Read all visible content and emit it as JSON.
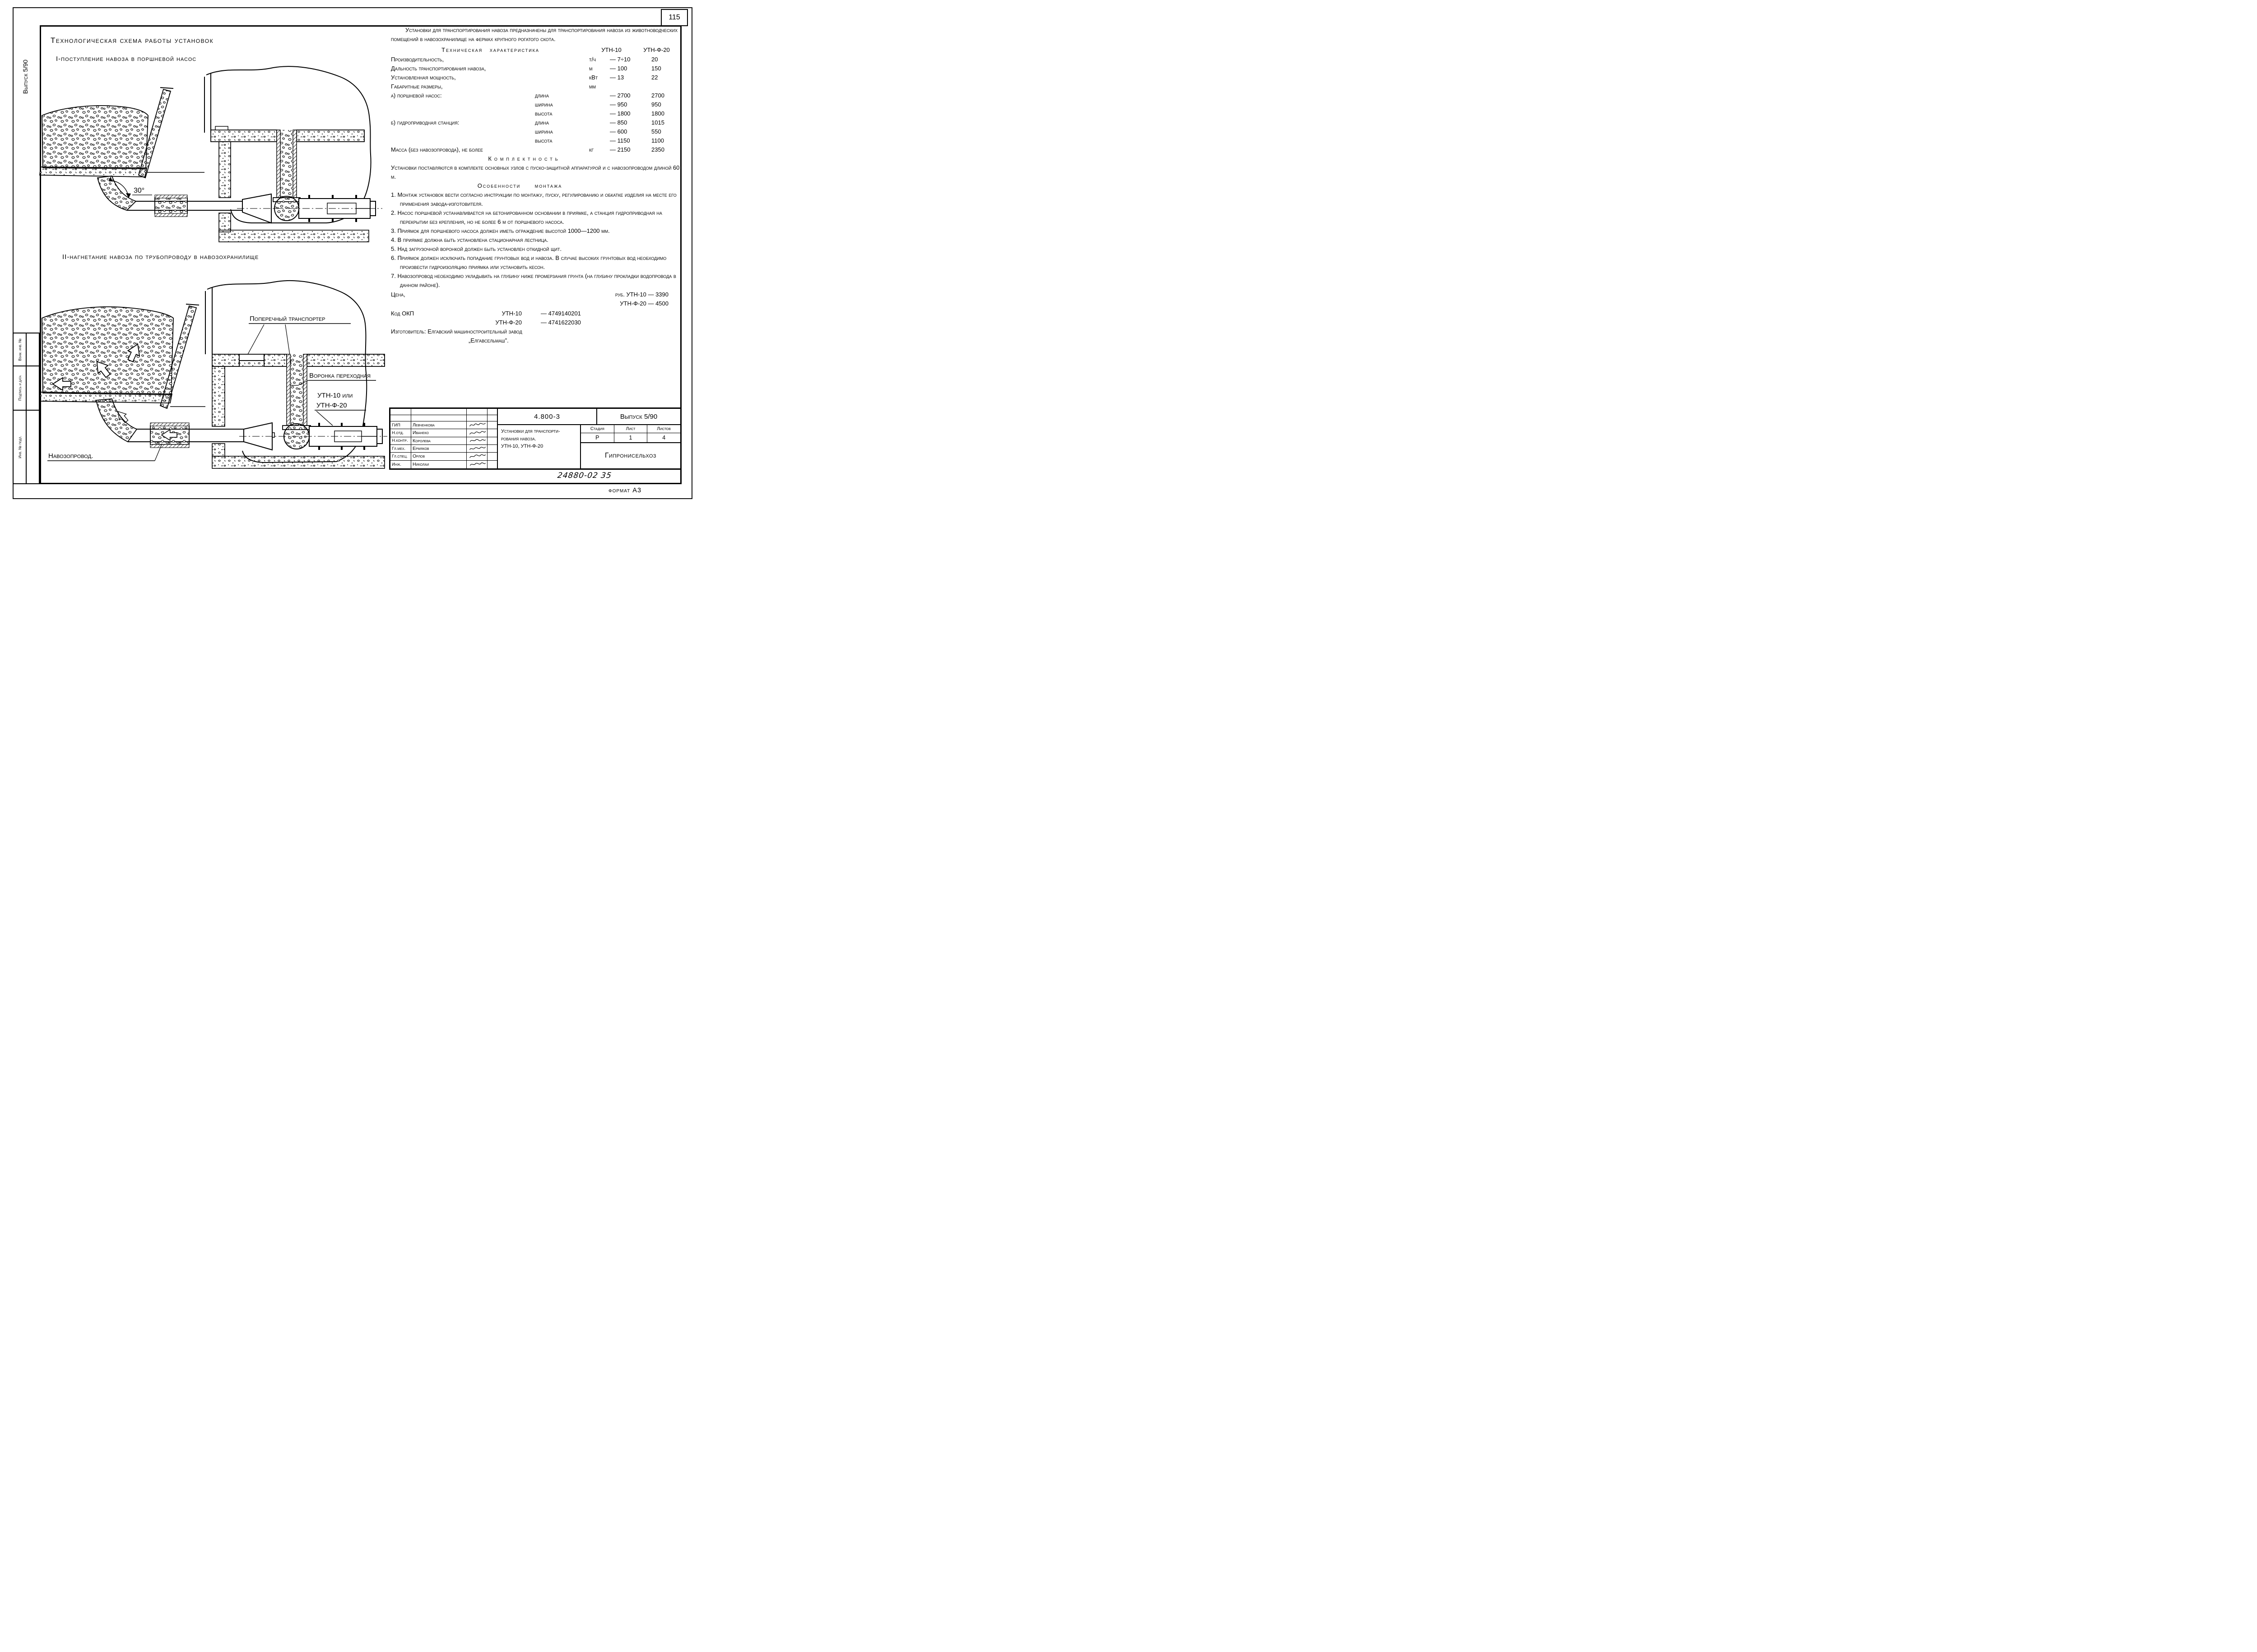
{
  "page": {
    "sheet_number": "115",
    "format_note": "формат А3",
    "handwritten_number": "24880-02  35"
  },
  "margins": {
    "issue_vertical": "Выпуск 5/90",
    "stamp_rows": [
      "Взам. инв. №",
      "Подпись и дата",
      "Инв. № подл."
    ]
  },
  "diagrams": {
    "main_title": "Технологическая схема работы установок",
    "scheme1_caption": "I-поступление навоза в поршневой насос",
    "scheme1_angle": "30°",
    "scheme2_caption": "II-нагнетание навоза по трубопроводу в навозохранилище",
    "label_transporter": "Поперечный транспортер",
    "label_funnel": "Воронка переходная",
    "label_pump_line1": "УТН-10 или",
    "label_pump_line2": "УТН-Ф-20",
    "label_pipe": "Навозопровод."
  },
  "description": {
    "intro": "Установки для транспортирования навоза предназначены для транспортирования навоза из животноводческих помещений в навозохранилище на фермах крупного рогатого скота."
  },
  "spec": {
    "heading": "Техническая характеристика",
    "col1": "УТН-10",
    "col2": "УТН-Ф-20",
    "rows": [
      {
        "name": "Производительность,",
        "sub": "",
        "unit": "т/ч",
        "v1": "— 7÷10",
        "v2": "20"
      },
      {
        "name": "Дальность транспортирования навоза,",
        "sub": "",
        "unit": "м",
        "v1": "— 100",
        "v2": "150"
      },
      {
        "name": "Установленная мощность,",
        "sub": "",
        "unit": "кВт",
        "v1": "— 13",
        "v2": "22"
      },
      {
        "name": "Габаритные размеры,",
        "sub": "",
        "unit": "мм",
        "v1": "",
        "v2": ""
      },
      {
        "name": "а) поршневой насос:",
        "sub": "длина",
        "unit": "",
        "v1": "— 2700",
        "v2": "2700"
      },
      {
        "name": "",
        "sub": "ширина",
        "unit": "",
        "v1": "— 950",
        "v2": "950"
      },
      {
        "name": "",
        "sub": "высота",
        "unit": "",
        "v1": "— 1800",
        "v2": "1800"
      },
      {
        "name": "б) гидроприводная станция:",
        "sub": "длина",
        "unit": "",
        "v1": "— 850",
        "v2": "1015"
      },
      {
        "name": "",
        "sub": "ширина",
        "unit": "",
        "v1": "— 600",
        "v2": "550"
      },
      {
        "name": "",
        "sub": "высота",
        "unit": "",
        "v1": "— 1150",
        "v2": "1100"
      },
      {
        "name": "Масса (без навозопровода), не более",
        "sub": "",
        "unit": "кг",
        "v1": "— 2150",
        "v2": "2350"
      }
    ]
  },
  "completeness": {
    "heading": "Комплектность",
    "text": "Установки поставляются в комплекте основных узлов с пуско-защитной аппаратурой и с навозопроводом длиной 60 м."
  },
  "installation": {
    "heading": "Особенности монтажа",
    "items": [
      "1. Монтаж установок вести согласно инструкции по монтажу, пуску, регулированию и обкатке изделия на месте его применения завода-изготовителя.",
      "2. Насос поршневой устанавливается на бетонированном основании в приямке, а станция гидроприводная на перекрытии без крепления, но не более 6 м от поршневого насоса.",
      "3. Приямок для поршневого насоса должен иметь ограждение высотой 1000—1200 мм.",
      "4. В приямке должна быть установлена стационарная лестница.",
      "5. Над загрузочной воронкой должен быть установлен откидной щит.",
      "6. Приямок должен исключать попадание грунтовых вод и навоза. В случае высоких грунтовых вод необходимо произвести гидроизоляцию приямка или установить кесон.",
      "7. Навозопровод необходимо укладывать на глубину ниже промерзания грунта (на глубину прокладки водопровода в данном районе)."
    ]
  },
  "price": {
    "label": "Цена,",
    "line1": "руб. УТН-10 — 3390",
    "line2": "УТН-Ф-20 — 4500"
  },
  "okp": {
    "label": "Код ОКП",
    "row1_model": "УТН-10",
    "row1_code": "— 4749140201",
    "row2_model": "УТН-Ф-20",
    "row2_code": "— 4741622030"
  },
  "manufacturer": {
    "line1": "Изготовитель: Елгавский машиностроительный завод",
    "line2": "„Елгавсельмаш”."
  },
  "title_block": {
    "doc_code": "4.800-3",
    "issue": "Выпуск 5/90",
    "title_line1": "Установки для транспорти-",
    "title_line2": "рования навоза.",
    "title_line3": "УТН-10,  УТН-Ф-20",
    "stage_label": "Стадия",
    "sheet_label": "Лист",
    "sheets_label": "Листов",
    "stage_value": "Р",
    "sheet_value": "1",
    "sheets_value": "4",
    "organization": "Гипронисельхоз",
    "signatures": [
      {
        "role": "ГИП",
        "name": "Левченкова"
      },
      {
        "role": "Н.отд.",
        "name": "Иванеко"
      },
      {
        "role": "Н.контр.",
        "name": "Королева"
      },
      {
        "role": "Гл.мех.",
        "name": "Ермяков"
      },
      {
        "role": "Гл.спец.",
        "name": "Орлов"
      },
      {
        "role": "Инж.",
        "name": "Николаи"
      }
    ]
  }
}
